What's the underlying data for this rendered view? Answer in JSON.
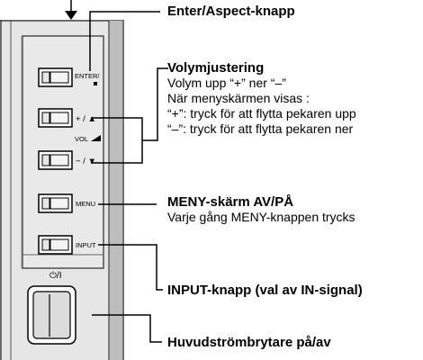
{
  "buttons": {
    "enter": "ENTER/",
    "vol_up": "+ / ▲",
    "vol": "VOL",
    "vol_down": "− / ▼",
    "menu": "MENU",
    "input": "INPUT",
    "power": "⏻/I"
  },
  "callouts": {
    "enter_aspect": {
      "title": "Enter/Aspect-knapp"
    },
    "volume": {
      "title": "Volymjustering",
      "lines": [
        "Volym upp “+” ner “–”",
        "När menyskärmen visas :",
        "“+”: tryck för att flytta pekaren upp",
        "“–”: tryck för att flytta pekaren ner"
      ]
    },
    "menu": {
      "title": "MENY-skärm AV/PÅ",
      "lines": [
        "Varje gång MENY-knappen trycks"
      ]
    },
    "input": {
      "title": "INPUT-knapp (val av IN-signal)"
    },
    "power": {
      "title": "Huvudströmbrytare på/av"
    }
  }
}
